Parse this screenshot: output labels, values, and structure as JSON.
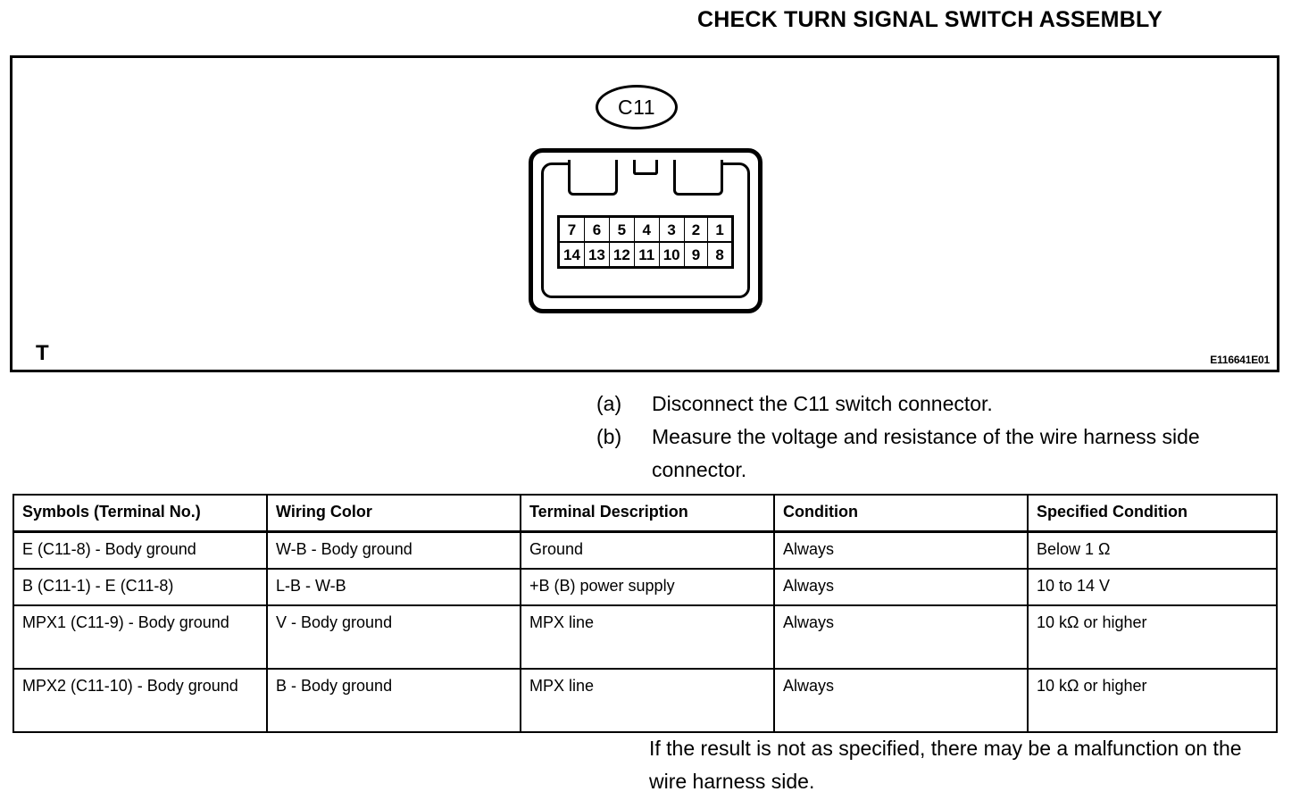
{
  "page": {
    "title": "CHECK TURN SIGNAL SWITCH ASSEMBLY"
  },
  "figure": {
    "marker": "T",
    "code": "E116641E01",
    "connector": {
      "label": "C11",
      "pin_rows": [
        [
          "7",
          "6",
          "5",
          "4",
          "3",
          "2",
          "1"
        ],
        [
          "14",
          "13",
          "12",
          "11",
          "10",
          "9",
          "8"
        ]
      ]
    }
  },
  "steps": [
    {
      "tag": "(a)",
      "text": "Disconnect the C11 switch connector."
    },
    {
      "tag": "(b)",
      "text": "Measure the voltage and resistance of the wire harness side connector."
    }
  ],
  "table": {
    "headers": [
      "Symbols (Terminal No.)",
      "Wiring Color",
      "Terminal Description",
      "Condition",
      "Specified Condition"
    ],
    "rows": [
      {
        "symbols": "E (C11-8) - Body ground",
        "wiring_color": "W-B - Body ground",
        "terminal_description": "Ground",
        "condition": "Always",
        "specified_condition": "Below 1 Ω"
      },
      {
        "symbols": "B (C11-1) - E (C11-8)",
        "wiring_color": "L-B - W-B",
        "terminal_description": "+B (B) power supply",
        "condition": "Always",
        "specified_condition": "10 to 14 V"
      },
      {
        "symbols": "MPX1 (C11-9) - Body ground",
        "wiring_color": "V - Body ground",
        "terminal_description": "MPX line",
        "condition": "Always",
        "specified_condition": "10 kΩ or higher"
      },
      {
        "symbols": "MPX2 (C11-10) - Body ground",
        "wiring_color": "B - Body ground",
        "terminal_description": "MPX line",
        "condition": "Always",
        "specified_condition": "10 kΩ or higher"
      }
    ]
  },
  "footer": {
    "note": "If the result is not as specified, there may be a malfunction on the wire harness side."
  }
}
